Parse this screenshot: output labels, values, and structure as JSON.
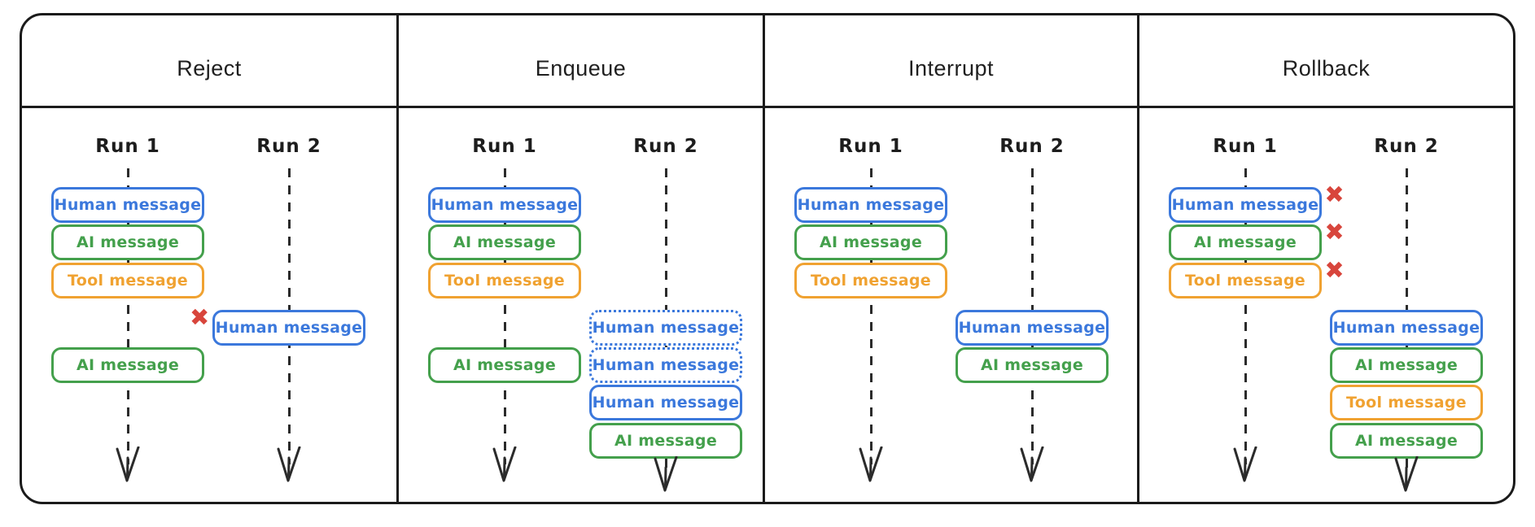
{
  "diagram": {
    "description": "Four strategies for handling a second run arriving during a first run",
    "message_labels": {
      "human": "Human message",
      "ai": "AI message",
      "tool": "Tool message"
    },
    "colors": {
      "human": "#3B78DC",
      "ai": "#44A04C",
      "tool": "#F0A231",
      "x_mark": "#D8453C",
      "line": "#2B2B2B",
      "frame": "#1B1B1B"
    },
    "panels": [
      {
        "title": "Reject",
        "runs": [
          {
            "label": "Run 1",
            "arrow_down": true,
            "items": [
              {
                "type": "human",
                "slot": 1
              },
              {
                "type": "ai",
                "slot": 2
              },
              {
                "type": "tool",
                "slot": 3
              },
              {
                "type": "ai",
                "slot": 5
              }
            ]
          },
          {
            "label": "Run 2",
            "arrow_down": true,
            "items": [
              {
                "type": "human",
                "slot": 4,
                "x_mark": "left"
              }
            ]
          }
        ]
      },
      {
        "title": "Enqueue",
        "runs": [
          {
            "label": "Run 1",
            "arrow_down": true,
            "items": [
              {
                "type": "human",
                "slot": 1
              },
              {
                "type": "ai",
                "slot": 2
              },
              {
                "type": "tool",
                "slot": 3
              },
              {
                "type": "ai",
                "slot": 5
              }
            ]
          },
          {
            "label": "Run 2",
            "arrow_down": true,
            "items": [
              {
                "type": "human",
                "slot": 4,
                "style": "dotted"
              },
              {
                "type": "human",
                "slot": 5,
                "style": "dotted"
              },
              {
                "type": "human",
                "slot": 6
              },
              {
                "type": "ai",
                "slot": 7
              }
            ]
          }
        ]
      },
      {
        "title": "Interrupt",
        "runs": [
          {
            "label": "Run 1",
            "arrow_down": true,
            "items": [
              {
                "type": "human",
                "slot": 1
              },
              {
                "type": "ai",
                "slot": 2
              },
              {
                "type": "tool",
                "slot": 3
              }
            ]
          },
          {
            "label": "Run 2",
            "arrow_down": true,
            "items": [
              {
                "type": "human",
                "slot": 4
              },
              {
                "type": "ai",
                "slot": 5
              }
            ]
          }
        ]
      },
      {
        "title": "Rollback",
        "runs": [
          {
            "label": "Run 1",
            "arrow_down": true,
            "items": [
              {
                "type": "human",
                "slot": 1,
                "x_mark": "right"
              },
              {
                "type": "ai",
                "slot": 2,
                "x_mark": "right"
              },
              {
                "type": "tool",
                "slot": 3,
                "x_mark": "right"
              }
            ]
          },
          {
            "label": "Run 2",
            "arrow_down": true,
            "items": [
              {
                "type": "human",
                "slot": 4
              },
              {
                "type": "ai",
                "slot": 5
              },
              {
                "type": "tool",
                "slot": 6
              },
              {
                "type": "ai",
                "slot": 7
              }
            ]
          }
        ]
      }
    ]
  }
}
